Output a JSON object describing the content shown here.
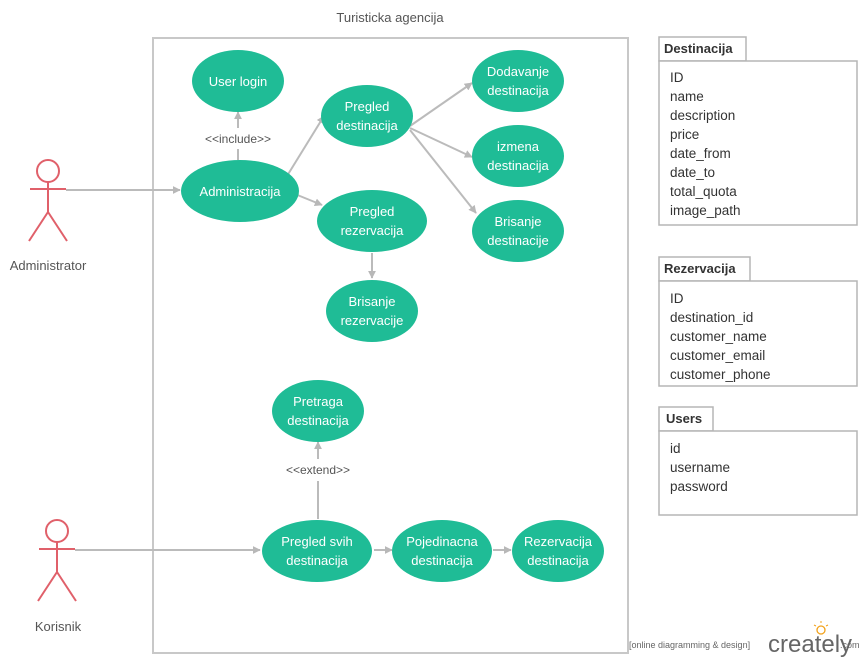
{
  "system": {
    "title": "Turisticka agencija"
  },
  "actors": {
    "administrator": "Administrator",
    "korisnik": "Korisnik"
  },
  "use_cases": {
    "user_login": [
      "User login"
    ],
    "administracija": [
      "Administracija"
    ],
    "pregled_destinacija": [
      "Pregled",
      "destinacija"
    ],
    "pregled_rezervacija": [
      "Pregled",
      "rezervacija"
    ],
    "brisanje_rezervacije": [
      "Brisanje",
      "rezervacije"
    ],
    "dodavanje_destinacija": [
      "Dodavanje",
      "destinacija"
    ],
    "izmena_destinacija": [
      "izmena",
      "destinacija"
    ],
    "brisanje_destinacije": [
      "Brisanje",
      "destinacije"
    ],
    "pretraga_destinacija": [
      "Pretraga",
      "destinacija"
    ],
    "pregled_svih_destinacija": [
      "Pregled svih",
      "destinacija"
    ],
    "pojedinacna_destinacija": [
      "Pojedinacna",
      "destinacija"
    ],
    "rezervacija_destinacija": [
      "Rezervacija",
      "destinacija"
    ]
  },
  "stereotypes": {
    "include": "<<include>>",
    "extend": "<<extend>>"
  },
  "entities": {
    "destinacija": {
      "title": "Destinacija",
      "fields": [
        "ID",
        "name",
        "description",
        "price",
        "date_from",
        "date_to",
        "total_quota",
        "image_path"
      ]
    },
    "rezervacija": {
      "title": "Rezervacija",
      "fields": [
        "ID",
        "destination_id",
        "customer_name",
        "customer_email",
        "customer_phone"
      ]
    },
    "users": {
      "title": "Users",
      "fields": [
        "id",
        "username",
        "password"
      ]
    }
  },
  "footer": {
    "tagline": "[online diagramming & design]",
    "logo_main": "creately",
    "logo_suffix": ".com"
  },
  "colors": {
    "use_case_fill": "#1fbc96",
    "actor_stroke": "#e0606a",
    "connector": "#bbbbbb",
    "boundary": "#c8c8c8"
  }
}
